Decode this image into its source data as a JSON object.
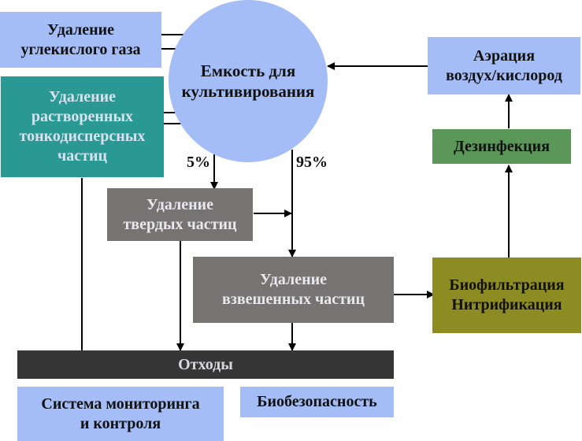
{
  "nodes": {
    "co2_removal": "Удаление\nуглекислого газа",
    "dissolved_removal": "Удаление\nрастворенных\nтонкодисперсных\nчастиц",
    "vessel": "Емкость для\nкультивирования",
    "aeration": "Аэрация\nвоздух/кислород",
    "disinfection": "Дезинфекция",
    "solids_removal": "Удаление\nтвердых частиц",
    "suspended_removal": "Удаление\nвзвешенных частиц",
    "biofiltration": "Биофильтрация\nНитрификация",
    "waste": "Отходы",
    "monitoring": "Система мониторинга\nи контроля",
    "biosecurity": "Биобезопасность"
  },
  "labels": {
    "left_split": "5%",
    "right_split": "95%"
  },
  "colors": {
    "blue": "#a4bdf6",
    "teal": "#2a9994",
    "gray": "#757473",
    "olive": "#8d8c22",
    "green": "#5a9759",
    "dark": "#373637"
  }
}
